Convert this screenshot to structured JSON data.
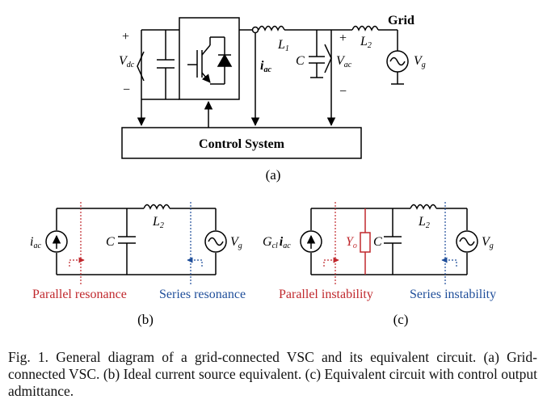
{
  "panel_a": {
    "vdc_plus": "+",
    "vdc_minus": "−",
    "vdc_label": "V",
    "vdc_sub": "dc",
    "l1_label": "L",
    "l1_sub": "1",
    "iac_label": "i",
    "iac_sub": "ac",
    "c_label": "C",
    "vac_plus": "+",
    "vac_minus": "−",
    "vac_label": "V",
    "vac_sub": "ac",
    "l2_label": "L",
    "l2_sub": "2",
    "grid_label": "Grid",
    "vg_label": "V",
    "vg_sub": "g",
    "control_label": "Control System",
    "panel_label": "(a)"
  },
  "panel_b": {
    "iac_label": "i",
    "iac_sub": "ac",
    "c_label": "C",
    "l2_label": "L",
    "l2_sub": "2",
    "vg_label": "V",
    "vg_sub": "g",
    "parallel_label": "Parallel resonance",
    "series_label": "Series resonance",
    "panel_label": "(b)"
  },
  "panel_c": {
    "gcl_label": "G",
    "gcl_sub": "cl",
    "iac_label": "i",
    "iac_sub": "ac",
    "yo_label": "Y",
    "yo_sub": "o",
    "c_label": "C",
    "l2_label": "L",
    "l2_sub": "2",
    "vg_label": "V",
    "vg_sub": "g",
    "parallel_label": "Parallel instability",
    "series_label": "Series instability",
    "panel_label": "(c)"
  },
  "caption": "Fig. 1.  General diagram of a grid-connected VSC and its equivalent circuit. (a) Grid-connected VSC. (b) Ideal current source equivalent. (c) Equivalent circuit with control output admittance.",
  "colors": {
    "red": "#c0282d",
    "blue": "#1f4e9a",
    "line": "#000000"
  }
}
